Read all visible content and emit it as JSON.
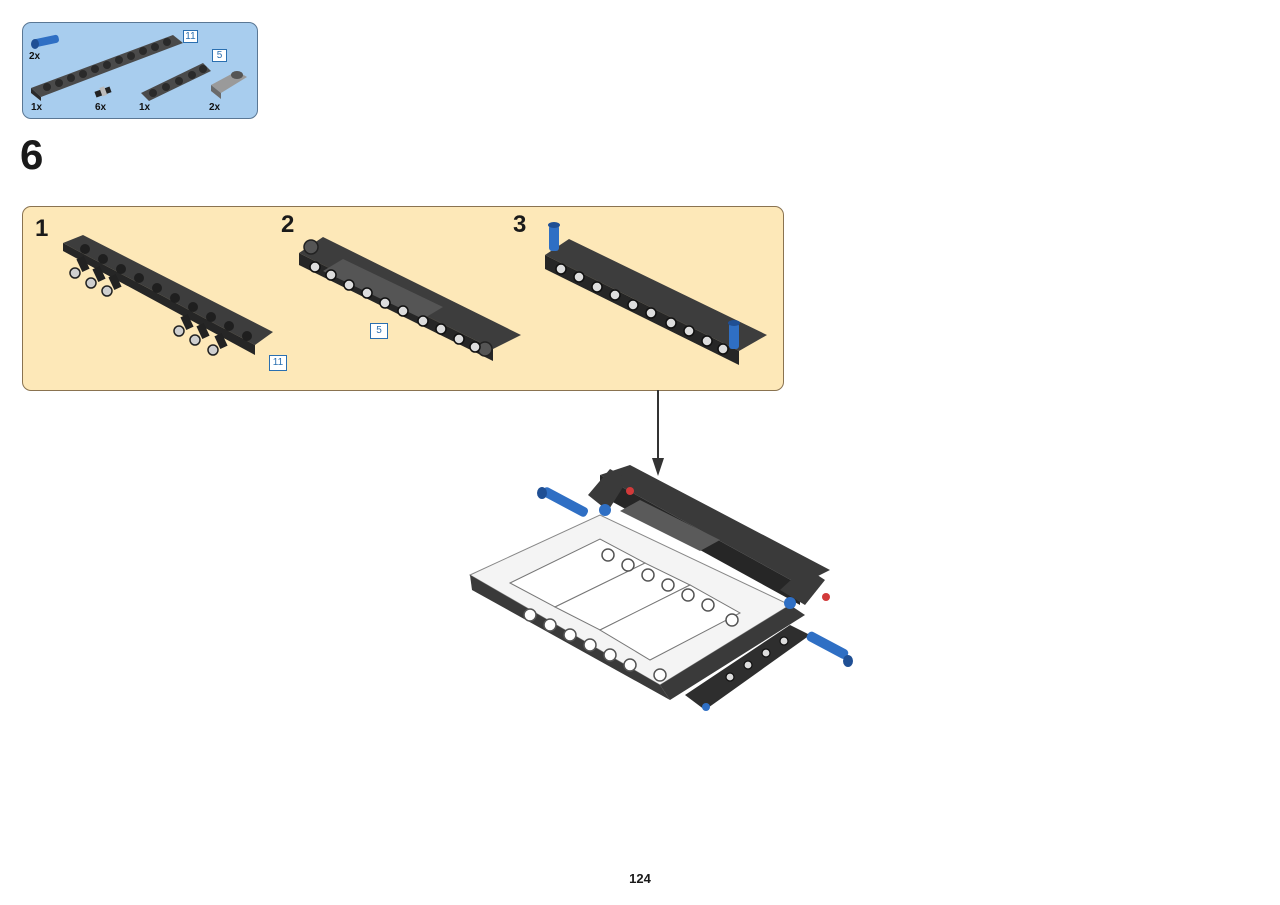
{
  "parts_list": {
    "items": [
      {
        "qty": "2x",
        "part": "blue-axle-pin"
      },
      {
        "qty": "1x",
        "part": "beam-11",
        "length_tag": "11"
      },
      {
        "qty": "6x",
        "part": "black-friction-pin"
      },
      {
        "qty": "1x",
        "part": "beam-5",
        "length_tag": "5"
      },
      {
        "qty": "2x",
        "part": "cross-connector"
      }
    ]
  },
  "step": {
    "number": "6"
  },
  "substeps": [
    {
      "number": "1",
      "length_tag": "11"
    },
    {
      "number": "2",
      "length_tag": "5"
    },
    {
      "number": "3"
    }
  ],
  "page": {
    "number": "124"
  },
  "colors": {
    "parts_box_bg": "#a8cdee",
    "substeps_box_bg": "#fde8b8",
    "beam_dark": "#3a3a3a",
    "pin_blue": "#2f6fc4",
    "beam_white": "#f4f4f4",
    "accent_red": "#d23a3a"
  }
}
